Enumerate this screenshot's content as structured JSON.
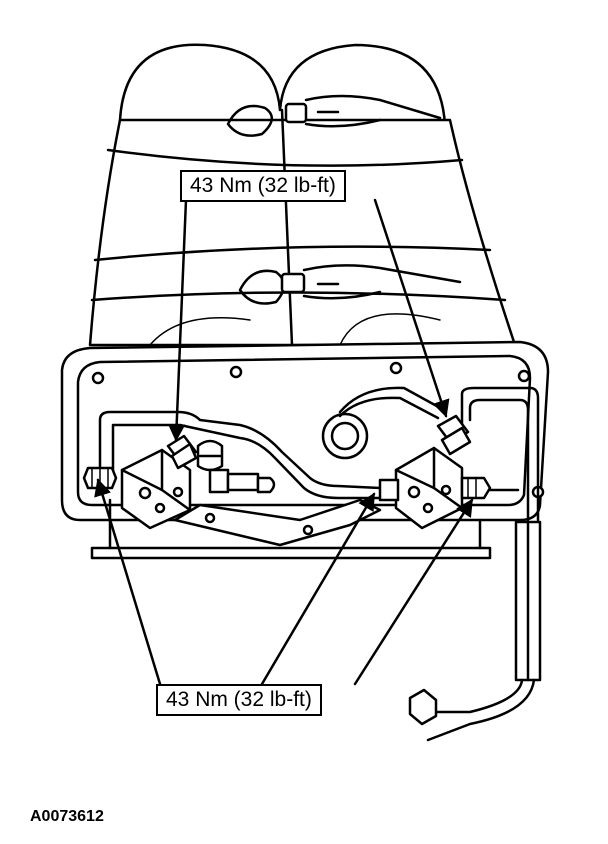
{
  "callouts": {
    "top_torque": "43 Nm (32 lb-ft)",
    "bottom_torque": "43 Nm (32 lb-ft)"
  },
  "figure_id": "A0073612",
  "colors": {
    "line": "#000000",
    "background": "#ffffff"
  }
}
